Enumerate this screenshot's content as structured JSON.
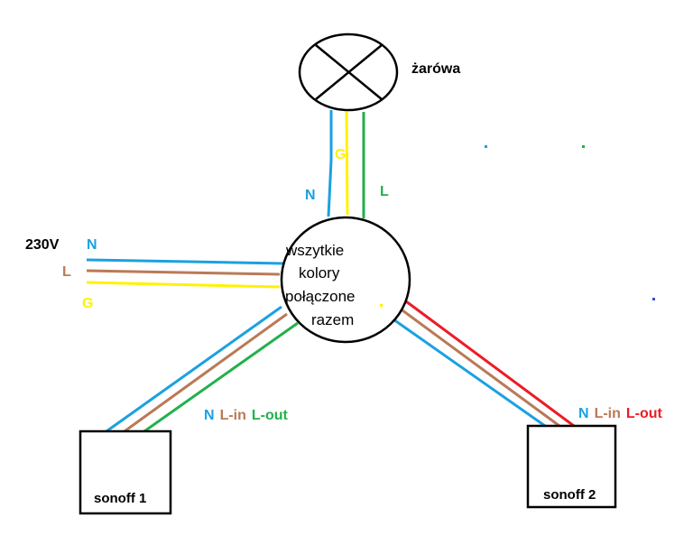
{
  "bulb": {
    "label": "żarówa"
  },
  "bulb_wires": {
    "n": "N",
    "g": "G",
    "l": "L"
  },
  "supply": {
    "voltage": "230V",
    "n": "N",
    "l": "L",
    "g": "G"
  },
  "hub": {
    "line1": "wszytkie",
    "line2": "kolory",
    "line3": "połączone",
    "line4": "razem"
  },
  "sonoff1": {
    "label": "sonoff 1",
    "n": "N",
    "lin": "L-in",
    "lout": "L-out"
  },
  "sonoff2": {
    "label": "sonoff 2",
    "n": "N",
    "lin": "L-in",
    "lout": "L-out"
  },
  "colors": {
    "blue": "#1ba1e2",
    "brown": "#b97a57",
    "yellow": "#fff200",
    "green": "#22b14c",
    "red": "#ed1c24",
    "black": "#000000"
  }
}
